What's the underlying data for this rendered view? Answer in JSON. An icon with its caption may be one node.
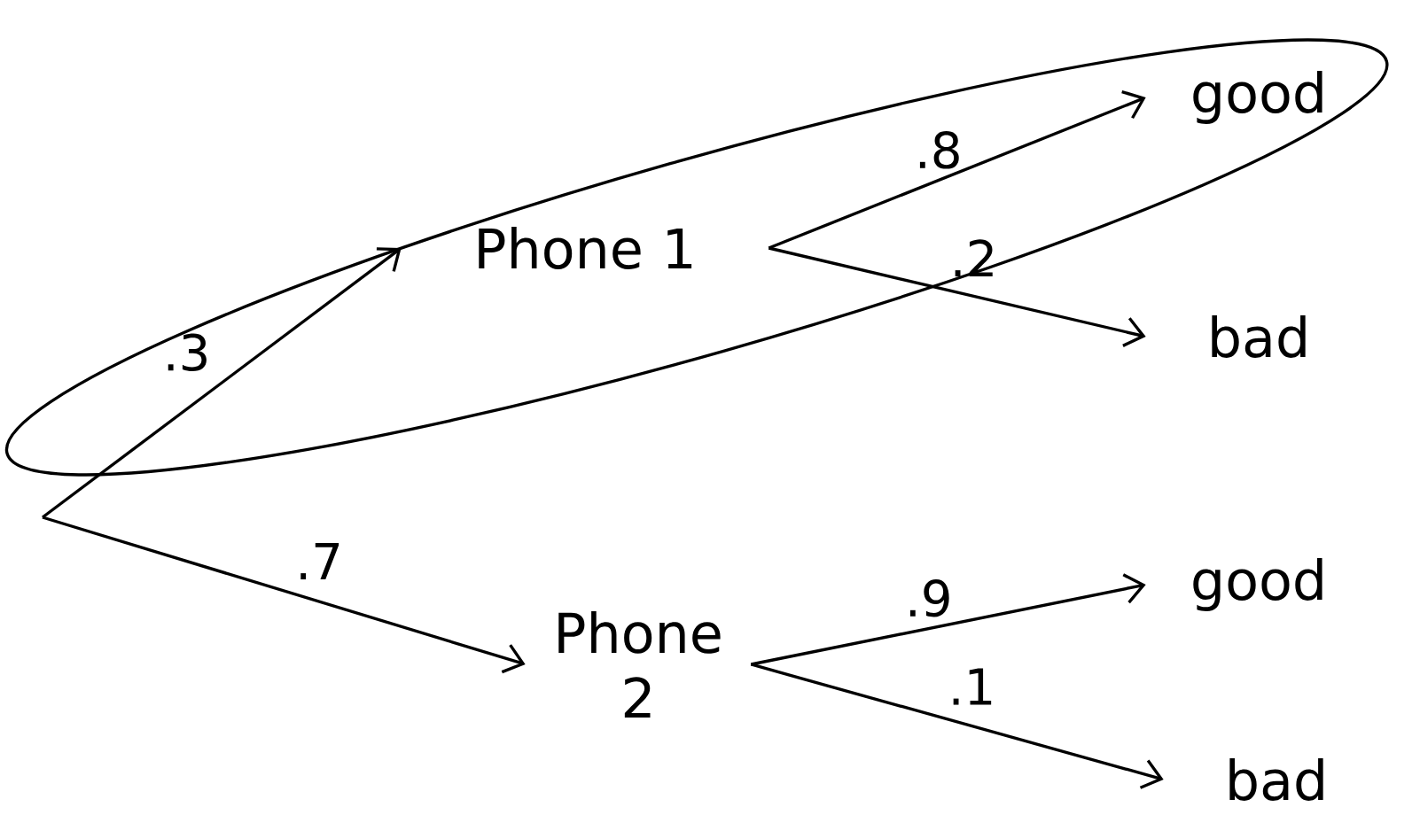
{
  "diagram": {
    "nodes": [
      {
        "text": [],
        "shape": "ellipse"
      },
      {
        "text": [
          "Phone 1"
        ],
        "in": 0
      },
      {
        "text": [
          "good"
        ],
        "in": 0
      },
      {
        "text": [
          "bad"
        ]
      },
      {
        "text": [
          "Phone 2"
        ]
      },
      {
        "text": [
          "good"
        ]
      },
      {
        "text": [
          "bad"
        ]
      }
    ],
    "edges": [
      {
        "from": null,
        "to": 1,
        "arrow": "to",
        "label": ".3"
      },
      {
        "from": null,
        "to": 4,
        "arrow": "to",
        "label": ".7"
      },
      {
        "from": 1,
        "to": 2,
        "arrow": "to",
        "label": ".8"
      },
      {
        "from": 1,
        "to": 3,
        "arrow": "to",
        "label": ".2"
      },
      {
        "from": 4,
        "to": 5,
        "arrow": "to",
        "label": ".9"
      },
      {
        "from": 4,
        "to": 6,
        "arrow": "to",
        "label": ".1"
      }
    ]
  }
}
